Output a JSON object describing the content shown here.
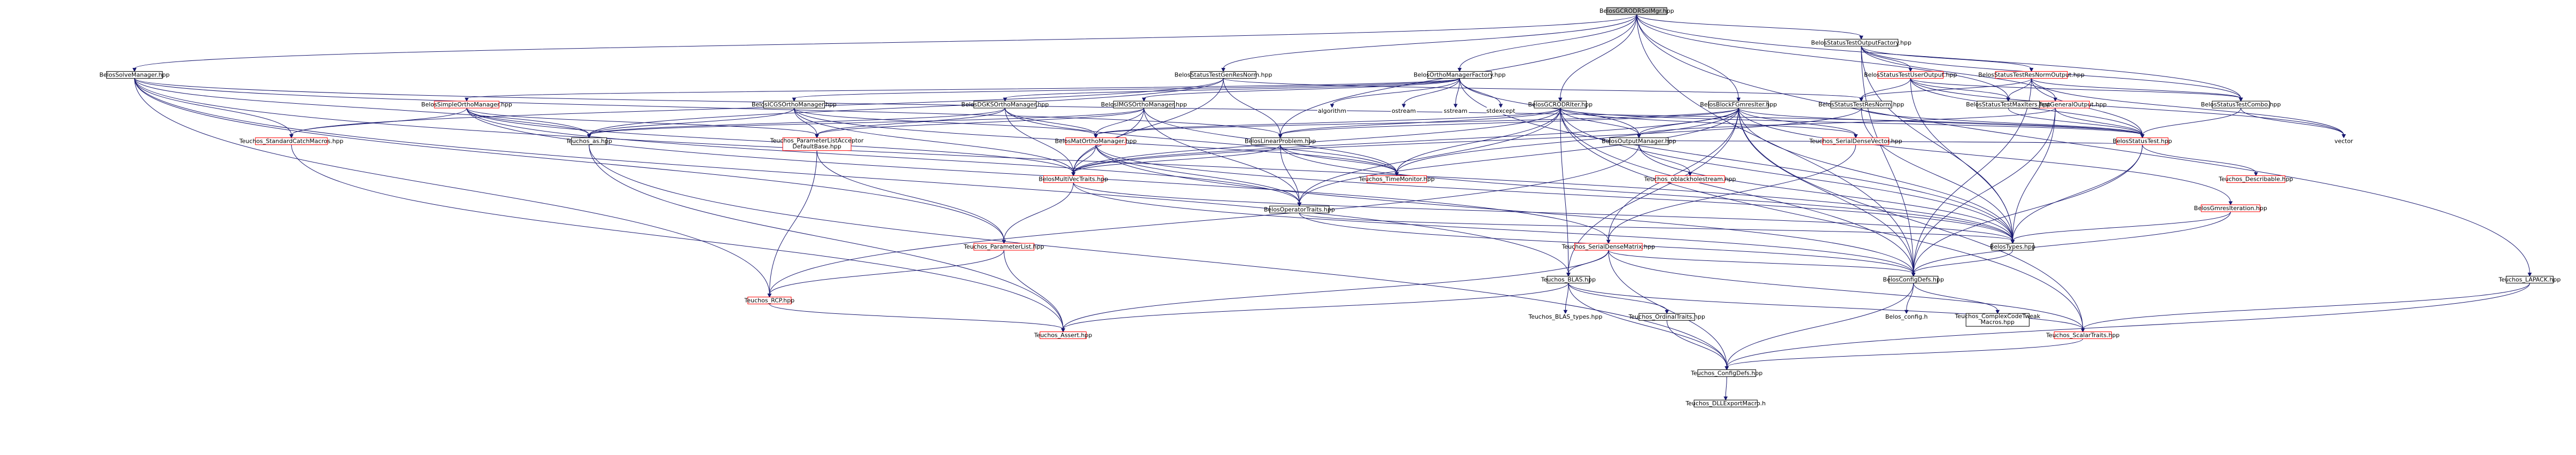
{
  "colors": {
    "edge": "#191970",
    "root_fill": "#bfbfbf",
    "normal_border": "#000000",
    "red_border": "#ff0000",
    "fill": "#ffffff",
    "text": "#000000"
  },
  "nodes": [
    {
      "id": "root",
      "label": "BelosGCRODRSolMgr.hpp",
      "kind": "root"
    },
    {
      "id": "soltest",
      "label": "BelosStatusTestOutputFactory.hpp",
      "kind": "normal"
    },
    {
      "id": "solvemgr",
      "label": "BelosSolveManager.hpp",
      "kind": "normal"
    },
    {
      "id": "genresnorm",
      "label": "BelosStatusTestGenResNorm.hpp",
      "kind": "normal"
    },
    {
      "id": "orthofactory",
      "label": "BelosOrthoManagerFactory.hpp",
      "kind": "normal"
    },
    {
      "id": "useroutput",
      "label": "BelosStatusTestUserOutput.hpp",
      "kind": "red"
    },
    {
      "id": "resnormoutput",
      "label": "BelosStatusTestResNormOutput.hpp",
      "kind": "red"
    },
    {
      "id": "simpleortho",
      "label": "BelosSimpleOrthoManager.hpp",
      "kind": "red"
    },
    {
      "id": "cgsortho",
      "label": "BelosICGSOrthoManager.hpp",
      "kind": "normal"
    },
    {
      "id": "dgksortho",
      "label": "BelosDGKSOrthoManager.hpp",
      "kind": "normal"
    },
    {
      "id": "imgsortho",
      "label": "BelosIMGSOrthoManager.hpp",
      "kind": "normal"
    },
    {
      "id": "gcrodriter",
      "label": "BelosGCRODRIter.hpp",
      "kind": "normal"
    },
    {
      "id": "blockfgmres",
      "label": "BelosBlockFGmresIter.hpp",
      "kind": "normal"
    },
    {
      "id": "resnorm",
      "label": "BelosStatusTestResNorm.hpp",
      "kind": "normal"
    },
    {
      "id": "genoutput",
      "label": "BelosStatusTestGeneralOutput.hpp",
      "kind": "red"
    },
    {
      "id": "maxiters",
      "label": "BelosStatusTestMaxIters.hpp",
      "kind": "normal"
    },
    {
      "id": "combo",
      "label": "BelosStatusTestCombo.hpp",
      "kind": "normal"
    },
    {
      "id": "algorithm",
      "label": "algorithm",
      "kind": "plain"
    },
    {
      "id": "ostream",
      "label": "ostream",
      "kind": "plain"
    },
    {
      "id": "sstream",
      "label": "sstream",
      "kind": "plain"
    },
    {
      "id": "stdexcept",
      "label": "stdexcept",
      "kind": "plain"
    },
    {
      "id": "vector",
      "label": "vector",
      "kind": "plain"
    },
    {
      "id": "stdcatch",
      "label": "Teuchos_StandardCatchMacros.hpp",
      "kind": "red"
    },
    {
      "id": "asrcp",
      "label": "Teuchos_as.hpp",
      "kind": "normal"
    },
    {
      "id": "placcept",
      "label": "Teuchos_ParameterListAcceptor\nDefaultBase.hpp",
      "kind": "red"
    },
    {
      "id": "matortho",
      "label": "BelosMatOrthoManager.hpp",
      "kind": "red"
    },
    {
      "id": "linprob",
      "label": "BelosLinearProblem.hpp",
      "kind": "normal"
    },
    {
      "id": "outmgr",
      "label": "BelosOutputManager.hpp",
      "kind": "normal"
    },
    {
      "id": "serialdenvec",
      "label": "Teuchos_SerialDenseVector.hpp",
      "kind": "red"
    },
    {
      "id": "statustest",
      "label": "BelosStatusTest.hpp",
      "kind": "red"
    },
    {
      "id": "oblackhole",
      "label": "Teuchos_oblackholestream.hpp",
      "kind": "red"
    },
    {
      "id": "describable",
      "label": "Teuchos_Describable.hpp",
      "kind": "red"
    },
    {
      "id": "gmresiter",
      "label": "BelosGmresIteration.hpp",
      "kind": "red"
    },
    {
      "id": "multivec",
      "label": "BelosMultiVecTraits.hpp",
      "kind": "red"
    },
    {
      "id": "timemon",
      "label": "Teuchos_TimeMonitor.hpp",
      "kind": "red"
    },
    {
      "id": "operator",
      "label": "BelosOperatorTraits.hpp",
      "kind": "normal"
    },
    {
      "id": "serialdenmat",
      "label": "Teuchos_SerialDenseMatrix.hpp",
      "kind": "red"
    },
    {
      "id": "types",
      "label": "BelosTypes.hpp",
      "kind": "normal"
    },
    {
      "id": "paramlist",
      "label": "Teuchos_ParameterList.hpp",
      "kind": "red"
    },
    {
      "id": "configdefs",
      "label": "BelosConfigDefs.hpp",
      "kind": "normal"
    },
    {
      "id": "blas",
      "label": "Teuchos_BLAS.hpp",
      "kind": "normal"
    },
    {
      "id": "lapack",
      "label": "Teuchos_LAPACK.hpp",
      "kind": "normal"
    },
    {
      "id": "rcp",
      "label": "Teuchos_RCP.hpp",
      "kind": "red"
    },
    {
      "id": "assert",
      "label": "Teuchos_Assert.hpp",
      "kind": "red"
    },
    {
      "id": "blastypes",
      "label": "Teuchos_BLAS_types.hpp",
      "kind": "plain"
    },
    {
      "id": "ordinal",
      "label": "Teuchos_OrdinalTraits.hpp",
      "kind": "normal"
    },
    {
      "id": "belosconfig",
      "label": "Belos_config.h",
      "kind": "plain"
    },
    {
      "id": "complextweak",
      "label": "Teuchos_ComplexCodeTweak\nMacros.hpp",
      "kind": "normal"
    },
    {
      "id": "scalartraits",
      "label": "Teuchos_ScalarTraits.hpp",
      "kind": "red"
    },
    {
      "id": "tconfigdefs",
      "label": "Teuchos_ConfigDefs.hpp",
      "kind": "normal"
    },
    {
      "id": "dllexport",
      "label": "Teuchos_DLLExportMacro.h",
      "kind": "normal"
    }
  ],
  "edges": [
    [
      "root",
      "soltest"
    ],
    [
      "root",
      "solvemgr"
    ],
    [
      "root",
      "genresnorm"
    ],
    [
      "root",
      "orthofactory"
    ],
    [
      "root",
      "gcrodriter"
    ],
    [
      "root",
      "blockfgmres"
    ],
    [
      "root",
      "combo"
    ],
    [
      "root",
      "maxiters"
    ],
    [
      "root",
      "lapack"
    ],
    [
      "root",
      "configdefs"
    ],
    [
      "root",
      "linprob"
    ],
    [
      "soltest",
      "useroutput"
    ],
    [
      "soltest",
      "resnormoutput"
    ],
    [
      "soltest",
      "genoutput"
    ],
    [
      "soltest",
      "combo"
    ],
    [
      "soltest",
      "configdefs"
    ],
    [
      "soltest",
      "types"
    ],
    [
      "useroutput",
      "resnorm"
    ],
    [
      "useroutput",
      "maxiters"
    ],
    [
      "useroutput",
      "combo"
    ],
    [
      "useroutput",
      "statustest"
    ],
    [
      "useroutput",
      "types"
    ],
    [
      "useroutput",
      "vector"
    ],
    [
      "resnormoutput",
      "resnorm"
    ],
    [
      "resnormoutput",
      "combo"
    ],
    [
      "resnormoutput",
      "maxiters"
    ],
    [
      "resnormoutput",
      "statustest"
    ],
    [
      "resnormoutput",
      "vector"
    ],
    [
      "resnormoutput",
      "configdefs"
    ],
    [
      "solvemgr",
      "linprob"
    ],
    [
      "solvemgr",
      "statustest"
    ],
    [
      "solvemgr",
      "types"
    ],
    [
      "solvemgr",
      "asrcp"
    ],
    [
      "solvemgr",
      "stdcatch"
    ],
    [
      "solvemgr",
      "paramlist"
    ],
    [
      "solvemgr",
      "rcp"
    ],
    [
      "solvemgr",
      "blas"
    ],
    [
      "genresnorm",
      "resnorm"
    ],
    [
      "genresnorm",
      "linprob"
    ],
    [
      "genresnorm",
      "multivec"
    ],
    [
      "genresnorm",
      "stdcatch"
    ],
    [
      "genresnorm",
      "asrcp"
    ],
    [
      "orthofactory",
      "simpleortho"
    ],
    [
      "orthofactory",
      "cgsortho"
    ],
    [
      "orthofactory",
      "dgksortho"
    ],
    [
      "orthofactory",
      "imgsortho"
    ],
    [
      "orthofactory",
      "outmgr"
    ],
    [
      "orthofactory",
      "algorithm"
    ],
    [
      "orthofactory",
      "ostream"
    ],
    [
      "orthofactory",
      "sstream"
    ],
    [
      "orthofactory",
      "stdexcept"
    ],
    [
      "orthofactory",
      "types"
    ],
    [
      "simpleortho",
      "stdcatch"
    ],
    [
      "simpleortho",
      "placcept"
    ],
    [
      "simpleortho",
      "multivec"
    ],
    [
      "simpleortho",
      "operator"
    ],
    [
      "simpleortho",
      "serialdenmat"
    ],
    [
      "simpleortho",
      "asrcp"
    ],
    [
      "cgsortho",
      "matortho"
    ],
    [
      "cgsortho",
      "placcept"
    ],
    [
      "cgsortho",
      "multivec"
    ],
    [
      "cgsortho",
      "asrcp"
    ],
    [
      "cgsortho",
      "timemon"
    ],
    [
      "dgksortho",
      "matortho"
    ],
    [
      "dgksortho",
      "placcept"
    ],
    [
      "dgksortho",
      "multivec"
    ],
    [
      "dgksortho",
      "asrcp"
    ],
    [
      "dgksortho",
      "timemon"
    ],
    [
      "imgsortho",
      "matortho"
    ],
    [
      "imgsortho",
      "placcept"
    ],
    [
      "imgsortho",
      "multivec"
    ],
    [
      "imgsortho",
      "asrcp"
    ],
    [
      "imgsortho",
      "timemon"
    ],
    [
      "imgsortho",
      "operator"
    ],
    [
      "gcrodriter",
      "linprob"
    ],
    [
      "gcrodriter",
      "matortho"
    ],
    [
      "gcrodriter",
      "outmgr"
    ],
    [
      "gcrodriter",
      "statustest"
    ],
    [
      "gcrodriter",
      "serialdenvec"
    ],
    [
      "gcrodriter",
      "operator"
    ],
    [
      "gcrodriter",
      "multivec"
    ],
    [
      "gcrodriter",
      "types"
    ],
    [
      "gcrodriter",
      "configdefs"
    ],
    [
      "gcrodriter",
      "scalartraits"
    ],
    [
      "gcrodriter",
      "blas"
    ],
    [
      "gcrodriter",
      "timemon"
    ],
    [
      "blockfgmres",
      "gmresiter"
    ],
    [
      "blockfgmres",
      "linprob"
    ],
    [
      "blockfgmres",
      "matortho"
    ],
    [
      "blockfgmres",
      "outmgr"
    ],
    [
      "blockfgmres",
      "statustest"
    ],
    [
      "blockfgmres",
      "operator"
    ],
    [
      "blockfgmres",
      "multivec"
    ],
    [
      "blockfgmres",
      "serialdenmat"
    ],
    [
      "blockfgmres",
      "serialdenvec"
    ],
    [
      "blockfgmres",
      "types"
    ],
    [
      "blockfgmres",
      "configdefs"
    ],
    [
      "blockfgmres",
      "blas"
    ],
    [
      "blockfgmres",
      "scalartraits"
    ],
    [
      "blockfgmres",
      "timemon"
    ],
    [
      "resnorm",
      "statustest"
    ],
    [
      "resnorm",
      "types"
    ],
    [
      "resnorm",
      "multivec"
    ],
    [
      "genoutput",
      "statustest"
    ],
    [
      "genoutput",
      "outmgr"
    ],
    [
      "genoutput",
      "types"
    ],
    [
      "genoutput",
      "configdefs"
    ],
    [
      "maxiters",
      "statustest"
    ],
    [
      "combo",
      "statustest"
    ],
    [
      "combo",
      "vector"
    ],
    [
      "statustest",
      "types"
    ],
    [
      "statustest",
      "describable"
    ],
    [
      "statustest",
      "configdefs"
    ],
    [
      "statustest",
      "outmgr"
    ],
    [
      "matortho",
      "multivec"
    ],
    [
      "matortho",
      "operator"
    ],
    [
      "matortho",
      "types"
    ],
    [
      "matortho",
      "configdefs"
    ],
    [
      "linprob",
      "multivec"
    ],
    [
      "linprob",
      "operator"
    ],
    [
      "linprob",
      "types"
    ],
    [
      "linprob",
      "timemon"
    ],
    [
      "outmgr",
      "oblackhole"
    ],
    [
      "outmgr",
      "types"
    ],
    [
      "outmgr",
      "rcp"
    ],
    [
      "serialdenvec",
      "serialdenmat"
    ],
    [
      "gmresiter",
      "types"
    ],
    [
      "gmresiter",
      "configdefs"
    ],
    [
      "multivec",
      "types"
    ],
    [
      "multivec",
      "configdefs"
    ],
    [
      "multivec",
      "paramlist"
    ],
    [
      "operator",
      "types"
    ],
    [
      "operator",
      "configdefs"
    ],
    [
      "serialdenmat",
      "blas"
    ],
    [
      "serialdenmat",
      "assert"
    ],
    [
      "serialdenmat",
      "configdefs"
    ],
    [
      "serialdenmat",
      "tconfigdefs"
    ],
    [
      "serialdenmat",
      "scalartraits"
    ],
    [
      "types",
      "configdefs"
    ],
    [
      "paramlist",
      "rcp"
    ],
    [
      "paramlist",
      "assert"
    ],
    [
      "configdefs",
      "belosconfig"
    ],
    [
      "configdefs",
      "complextweak"
    ],
    [
      "configdefs",
      "tconfigdefs"
    ],
    [
      "blas",
      "blastypes"
    ],
    [
      "blas",
      "ordinal"
    ],
    [
      "blas",
      "tconfigdefs"
    ],
    [
      "blas",
      "scalartraits"
    ],
    [
      "blas",
      "assert"
    ],
    [
      "lapack",
      "scalartraits"
    ],
    [
      "lapack",
      "tconfigdefs"
    ],
    [
      "rcp",
      "assert"
    ],
    [
      "ordinal",
      "tconfigdefs"
    ],
    [
      "scalartraits",
      "tconfigdefs"
    ],
    [
      "tconfigdefs",
      "dllexport"
    ],
    [
      "asrcp",
      "tconfigdefs"
    ],
    [
      "asrcp",
      "assert"
    ],
    [
      "placcept",
      "rcp"
    ],
    [
      "placcept",
      "paramlist"
    ],
    [
      "stdcatch",
      "assert"
    ]
  ]
}
